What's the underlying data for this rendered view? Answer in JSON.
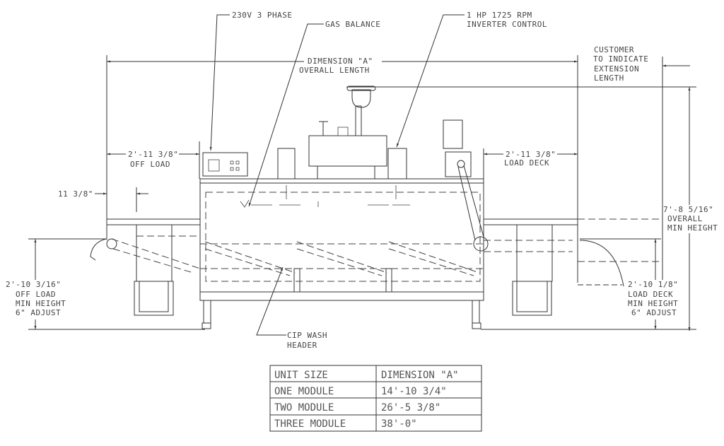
{
  "callouts": {
    "power": "230V 3 PHASE",
    "gas_balance": "GAS BALANCE",
    "motor_line1": "1 HP 1725 RPM",
    "motor_line2": "INVERTER CONTROL",
    "cip_line1": "CIP WASH",
    "cip_line2": "HEADER",
    "customer_line1": "CUSTOMER",
    "customer_line2": "TO INDICATE",
    "customer_line3": "EXTENSION",
    "customer_line4": "LENGTH"
  },
  "dimensions": {
    "dim_a_line1": "DIMENSION \"A\"",
    "dim_a_line2": "OVERALL LENGTH",
    "off_load_len": "2'-11 3/8\"",
    "off_load_label": "OFF LOAD",
    "load_deck_len": "2'-11 3/8\"",
    "load_deck_label": "LOAD DECK",
    "offset": "11 3/8\"",
    "overall_height": "7'-8 5/16\"",
    "overall_height_l2": "OVERALL",
    "overall_height_l3": "MIN HEIGHT",
    "off_load_height": "2'-10 3/16\"",
    "off_load_height_l2": "OFF LOAD",
    "off_load_height_l3": "MIN HEIGHT",
    "off_load_height_l4": "6\" ADJUST",
    "load_deck_height": "2'-10 1/8\"",
    "load_deck_height_l2": "LOAD DECK",
    "load_deck_height_l3": "MIN HEIGHT",
    "load_deck_height_l4": "6\" ADJUST"
  },
  "table": {
    "headers": [
      "UNIT SIZE",
      "DIMENSION \"A\""
    ],
    "rows": [
      [
        "ONE MODULE",
        "14'-10 3/4\""
      ],
      [
        "TWO MODULE",
        "26'-5 3/8\""
      ],
      [
        "THREE MODULE",
        "38'-0\""
      ]
    ]
  }
}
